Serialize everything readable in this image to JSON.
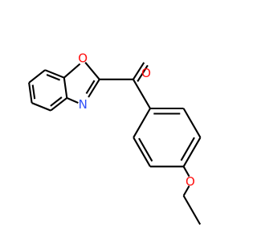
{
  "molecule": {
    "atoms": {
      "O1": {
        "symbol": "O",
        "color": "#ff0d0d"
      },
      "N1": {
        "symbol": "N",
        "color": "#3050f8"
      },
      "O2": {
        "symbol": "O",
        "color": "#ff0d0d"
      },
      "O3": {
        "symbol": "O",
        "color": "#ff0d0d"
      }
    },
    "bond_color": "#000000"
  }
}
